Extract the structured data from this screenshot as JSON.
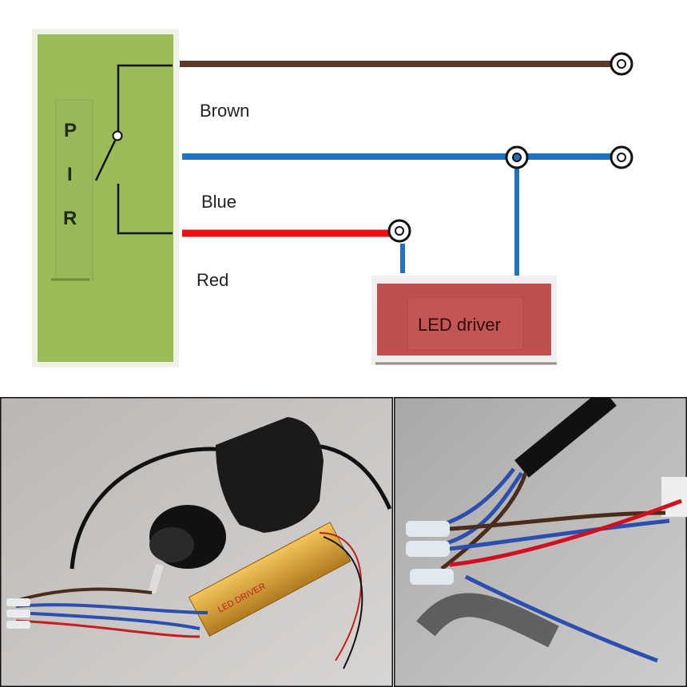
{
  "diagram": {
    "pir_letters": [
      "P",
      "I",
      "R"
    ],
    "wire_labels": {
      "brown": "Brown",
      "blue": "Blue",
      "red": "Red"
    },
    "led_driver_label": "LED driver",
    "colors": {
      "pir_box": "#9bbb59",
      "brown": "#5b3a29",
      "blue": "#1f73c0",
      "red": "#ee1111",
      "led_driver": "#c0504d"
    }
  },
  "photos": {
    "left_driver_logo": "LED DRIVER"
  }
}
